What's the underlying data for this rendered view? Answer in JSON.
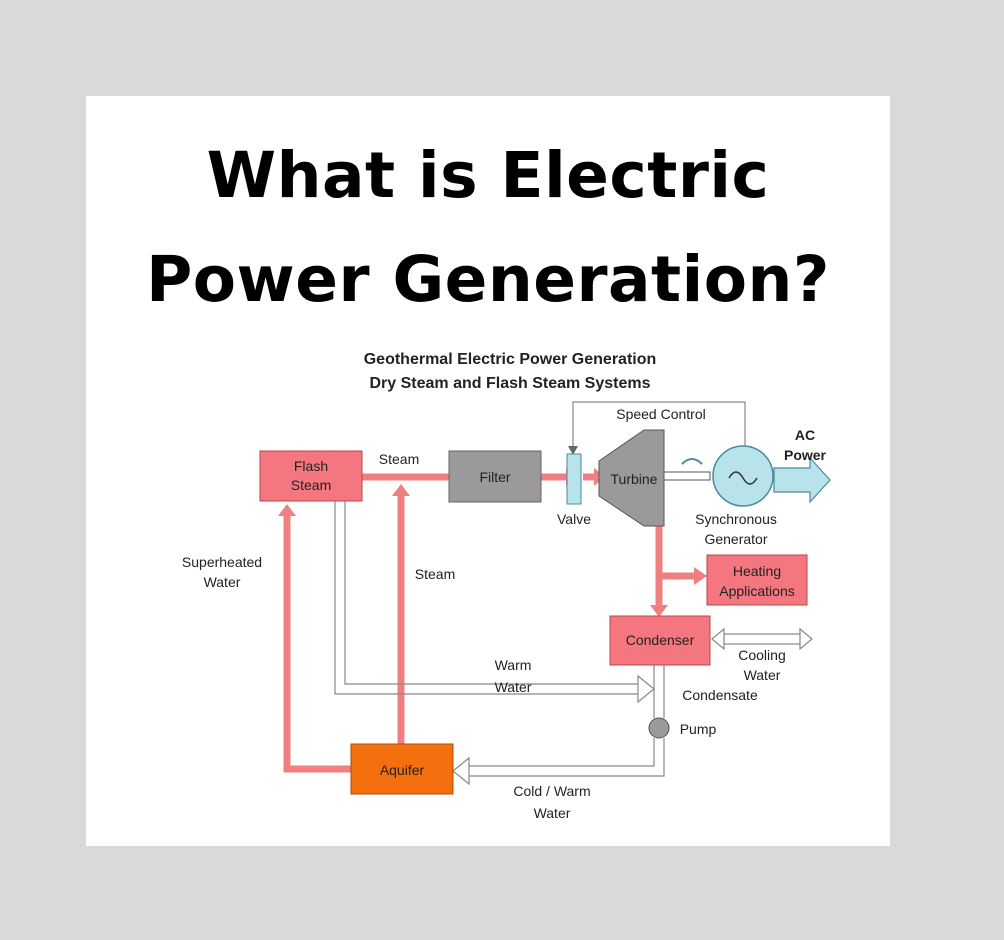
{
  "headline": {
    "line1": "What is Electric",
    "line2": "Power Generation?"
  },
  "diagram": {
    "title_line1": "Geothermal Electric Power Generation",
    "title_line2": "Dry Steam and Flash Steam Systems",
    "nodes": {
      "flash_steam": [
        "Flash",
        "Steam"
      ],
      "filter": "Filter",
      "valve": "Valve",
      "turbine": "Turbine",
      "generator": [
        "Synchronous",
        "Generator"
      ],
      "heating": [
        "Heating",
        "Applications"
      ],
      "condenser": "Condenser",
      "pump": "Pump",
      "aquifer": "Aquifer"
    },
    "labels": {
      "steam_top": "Steam",
      "steam_vertical": "Steam",
      "speed_control": "Speed Control",
      "ac_power": [
        "AC",
        "Power"
      ],
      "superheated_water": [
        "Superheated",
        "Water"
      ],
      "warm_water": [
        "Warm",
        "Water"
      ],
      "cooling_water": [
        "Cooling",
        "Water"
      ],
      "condensate": "Condensate",
      "cold_warm_water": [
        "Cold / Warm",
        "Water"
      ]
    },
    "colors": {
      "steam_flow": "#f08080",
      "node_fill_red": "#f4777f",
      "filter_fill": "#9a9a9a",
      "aquifer_fill": "#f4700f",
      "turbine_fill": "#9a9a9a",
      "generator_fill": "#b9e3ea",
      "ac_arrow_fill": "#b9e3ea",
      "valve_fill": "#b9e3ea"
    }
  }
}
